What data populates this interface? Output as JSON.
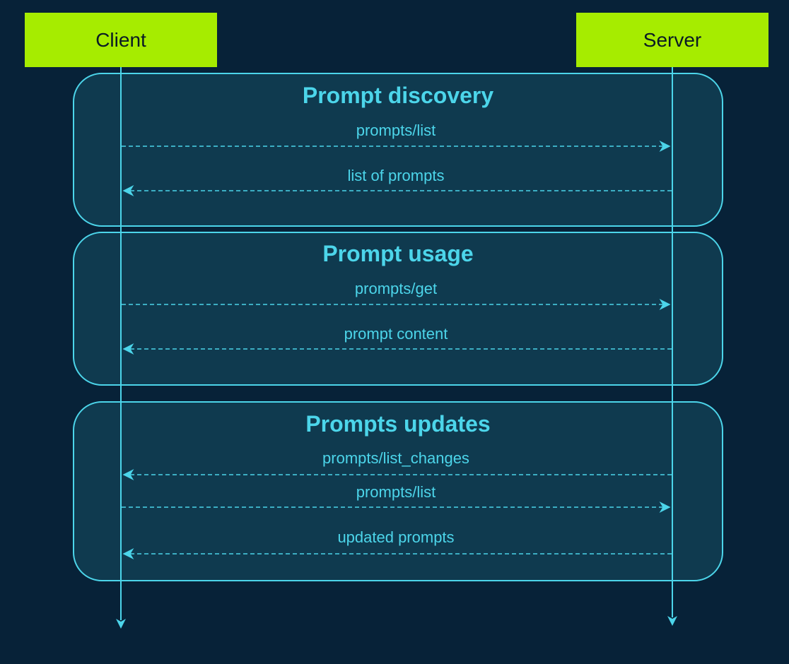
{
  "participants": {
    "client": "Client",
    "server": "Server"
  },
  "groups": [
    {
      "title": "Prompt discovery",
      "messages": [
        {
          "label": "prompts/list",
          "direction": "client-to-server"
        },
        {
          "label": "list of prompts",
          "direction": "server-to-client"
        }
      ]
    },
    {
      "title": "Prompt usage",
      "messages": [
        {
          "label": "prompts/get",
          "direction": "client-to-server"
        },
        {
          "label": "prompt content",
          "direction": "server-to-client"
        }
      ]
    },
    {
      "title": "Prompts updates",
      "messages": [
        {
          "label": "prompts/list_changes",
          "direction": "server-to-client"
        },
        {
          "label": "prompts/list",
          "direction": "client-to-server"
        },
        {
          "label": "updated prompts",
          "direction": "server-to-client"
        }
      ]
    }
  ],
  "colors": {
    "background": "#072238",
    "participant_fill": "#a6ec00",
    "line": "#4cd5ea",
    "group_fill": "#0f3a4f",
    "group_border": "#4cd5ea"
  }
}
